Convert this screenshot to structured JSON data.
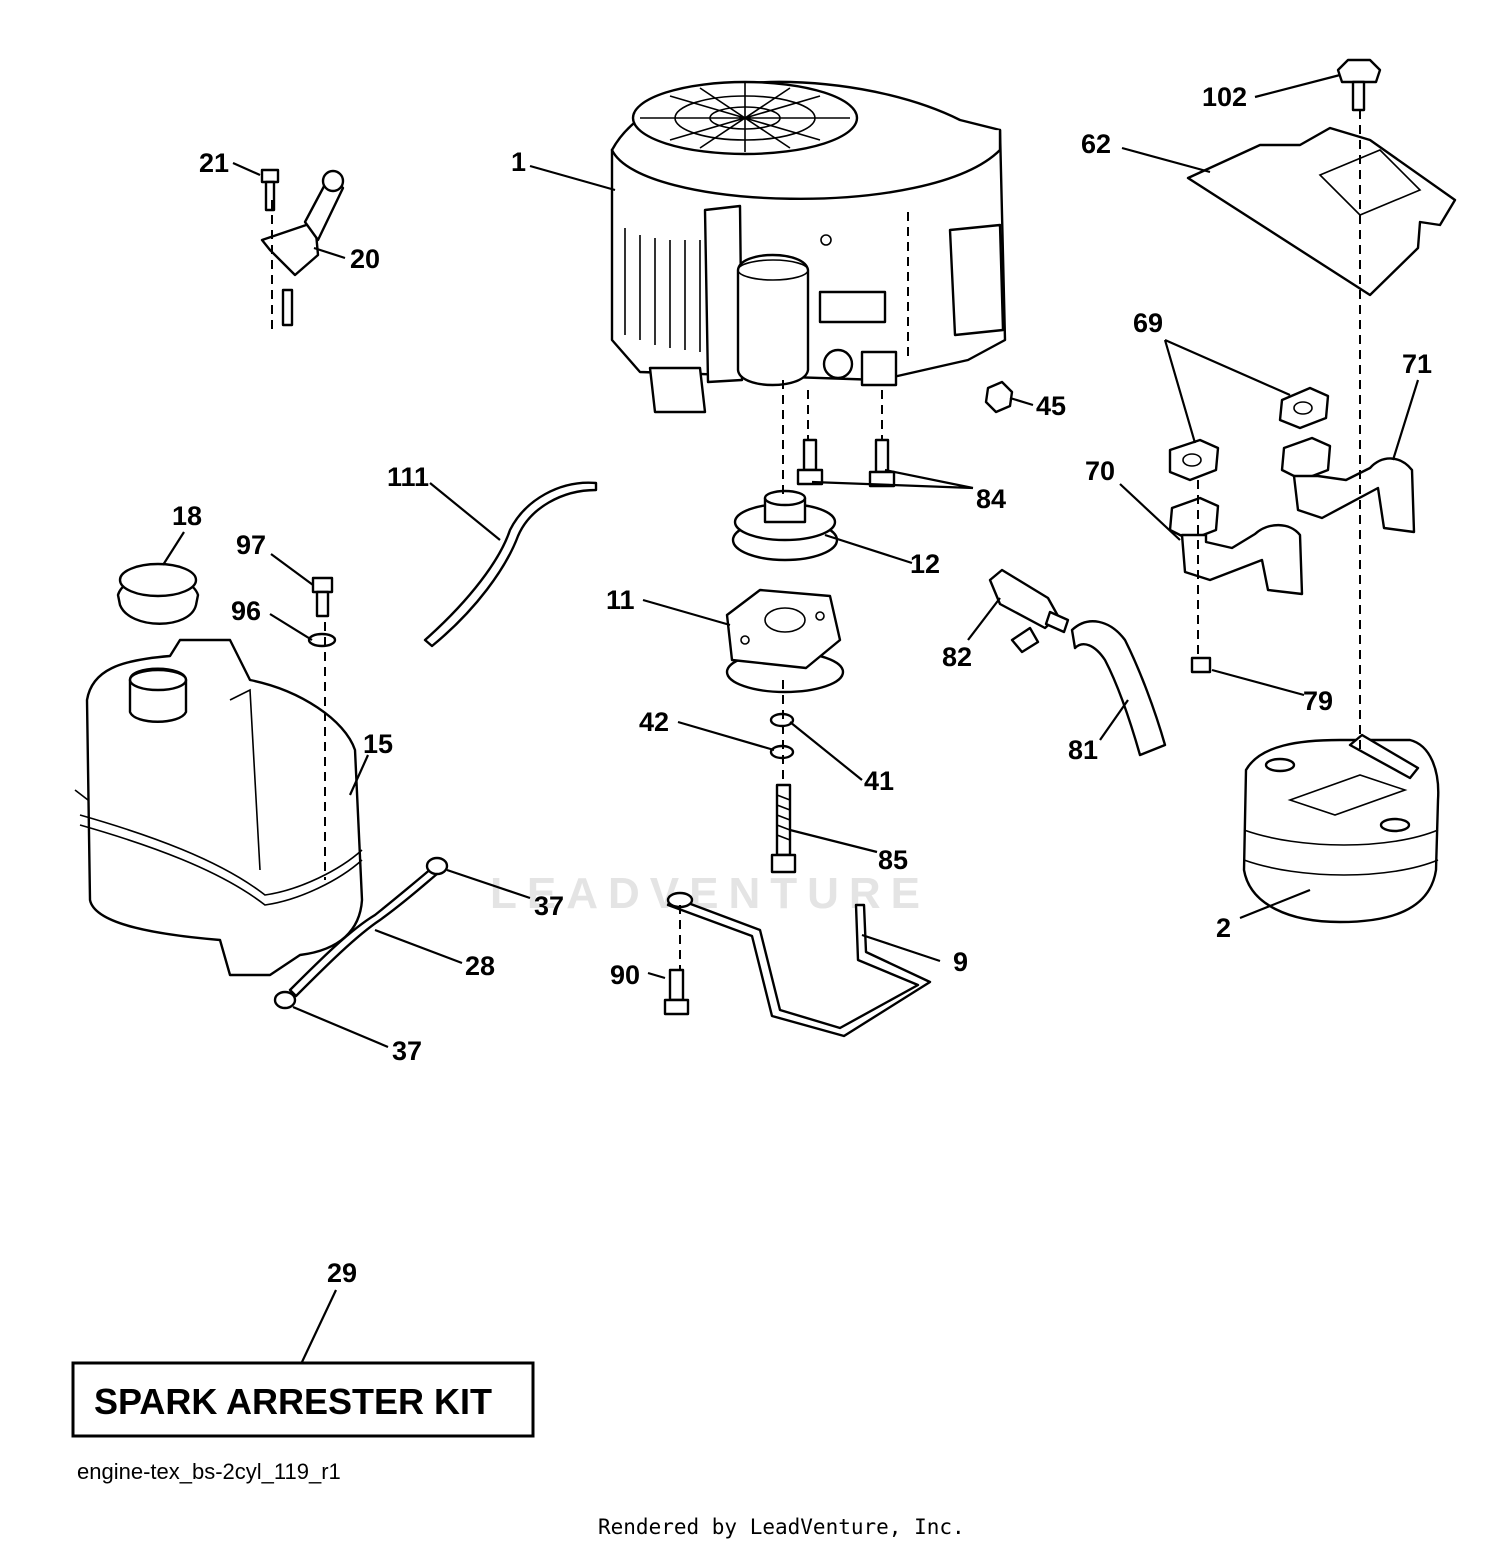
{
  "callouts": {
    "c1": "1",
    "c2": "2",
    "c9": "9",
    "c11": "11",
    "c12": "12",
    "c15": "15",
    "c18": "18",
    "c20": "20",
    "c21": "21",
    "c28": "28",
    "c29": "29",
    "c37a": "37",
    "c37b": "37",
    "c41": "41",
    "c42": "42",
    "c45": "45",
    "c62": "62",
    "c69": "69",
    "c70": "70",
    "c71": "71",
    "c79": "79",
    "c81": "81",
    "c82": "82",
    "c84": "84",
    "c85": "85",
    "c90": "90",
    "c96": "96",
    "c97": "97",
    "c102": "102",
    "c111": "111"
  },
  "kit_label": "SPARK ARRESTER KIT",
  "figure_id": "engine-tex_bs-2cyl_119_r1",
  "watermark": "LEADVENTURE",
  "footer": "Rendered by LeadVenture, Inc."
}
